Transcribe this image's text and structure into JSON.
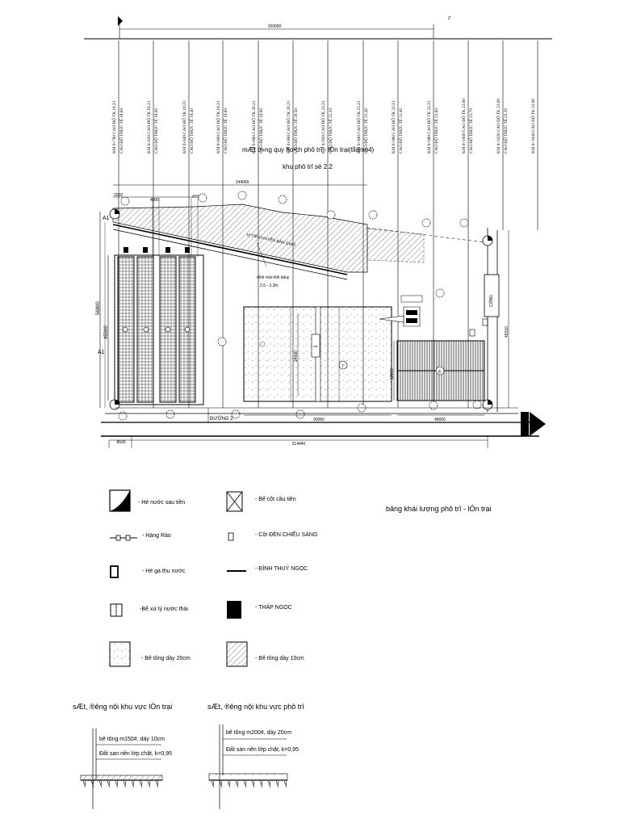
{
  "plan": {
    "title_line1": "mÆt b»ng quy ho¹ch phô trî - lÓn trại(tỉlamo4)",
    "title_line2": "khu phô trî sè 2.2",
    "dim_top": "150000",
    "dim_inner_top": "144069",
    "dim_left": "56800",
    "dim_left_inner": "45000",
    "dim_bottom_total": "214440",
    "dim_bottom_left": "8500",
    "dim_bottom_mid": "90060",
    "dim_bottom_right": "48000",
    "dim_right": "49310",
    "dim_mid_vertical": "24000",
    "dim_mid_right": "18000",
    "dim_small_a": "2000",
    "dim_small_b": "4000",
    "dim_small_c": "4000",
    "label_a1": "A1",
    "label_a1b": "A1",
    "label_road": "ĐƯỜNG 2",
    "label_handover": "VỊ TRÍ CHUYỂN BÀN GIAO",
    "label_slope": "đỉnh mái thổi taluy",
    "label_slope_value": "2.5 - 3.3m",
    "label_vertical_box": "cột",
    "label_gate": "CỔNG"
  },
  "stations": [
    {
      "km": "KM 0+780 CAO ĐỘ TK 18.23",
      "tt": "CAO ĐỘ THỰC TẾ 18.60"
    },
    {
      "km": "KM 0+820 CAO ĐỘ TK 18.23",
      "tt": "CAO ĐỘ THỰC TẾ 19.00"
    },
    {
      "km": "KM 0+840 CAO ĐỘ TK 19.23",
      "tt": "CAO ĐỘ THỰC TẾ 19.40"
    },
    {
      "km": "KM 0+860 CAO ĐỘ TK 19.23",
      "tt": "CAO ĐỘ THỰC TẾ 19.60"
    },
    {
      "km": "KM 0+880 CAO ĐỘ TK 20.23",
      "tt": "CAO ĐỘ THỰC TẾ 19.90"
    },
    {
      "km": "KM 0+900 CAO ĐỘ TK 20.23",
      "tt": "CAO ĐỘ THỰC TẾ 20.50"
    },
    {
      "km": "KM 0+920 CAO ĐỘ TK 21.23",
      "tt": "CAO ĐỘ THỰC TẾ 21.10"
    },
    {
      "km": "KM 0+940 CAO ĐỘ TK 21.23",
      "tt": "CAO ĐỘ THỰC TẾ 21.40"
    },
    {
      "km": "KM 0+960 CAO ĐỘ TK 22.23",
      "tt": "CAO ĐỘ THỰC TẾ 21.40"
    },
    {
      "km": "KM 0+980 CAO ĐỘ TK 22.23",
      "tt": "CAO ĐỘ THỰC TẾ 21.60"
    },
    {
      "km": "KM 0+1000 CAO ĐỘ TK 22.80",
      "tt": "CAO ĐỘ THỰC TẾ 21.70"
    },
    {
      "km": "KM 0+1020 CAO ĐỘ TK 22.80",
      "tt": "CAO ĐỘ THỰC TẾ 22.20"
    },
    {
      "km": "KM 0+1040 CAO ĐỘ TK 22.80",
      "tt": ""
    }
  ],
  "legend": {
    "items": [
      {
        "key": "ho-nuoc",
        "label": "- Hè nước sau tiền"
      },
      {
        "key": "cot-cau",
        "label": "- Bể cột cầu tiền"
      },
      {
        "key": "hang-rao",
        "label": "- Hàng Rào"
      },
      {
        "key": "cot-den",
        "label": "- Cột ĐÈN CHIẾU SÁNG"
      },
      {
        "key": "hop-dau-nuoc",
        "label": "- Hè ga thu nước"
      },
      {
        "key": "dinh-thuy-ngoc",
        "label": "- ĐỈNH THUỶ NGỌC"
      },
      {
        "key": "be-xu-ly",
        "label": "-Bể xử lý nước thải"
      },
      {
        "key": "thap-ngoc",
        "label": "- THÁP NGỌC"
      },
      {
        "key": "be-tong-20",
        "label": "- Bê tông dày 20cm"
      },
      {
        "key": "be-tong-10",
        "label": "- Bê tông dày 10cm"
      }
    ],
    "table_title": "bảng khái lượng phô trî - lÓn trại"
  },
  "sections": [
    {
      "title": "sÆt, ®­êng nội khu vực lÓn trại",
      "layer1": "bê tông m150#, dày 10cm",
      "layer2": "Đất san nền lớp chặt, k=0,95"
    },
    {
      "title": "sÆt, ®­êng nội khu vực phô trî",
      "layer1": "bê tông m200#, dày 20cm",
      "layer2": "Đất san nền lớp chặt, k=0,95"
    }
  ]
}
